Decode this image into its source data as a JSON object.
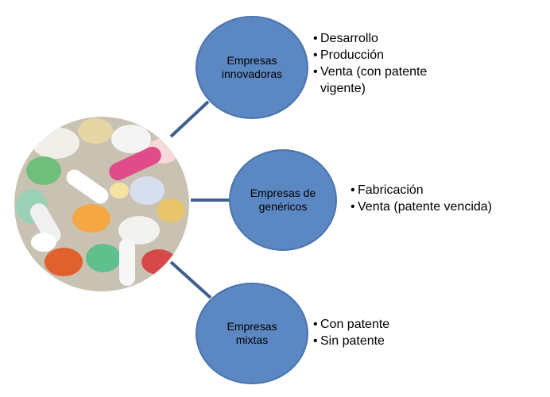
{
  "nodes": [
    {
      "label": "Empresas\ninnovadoras",
      "items": [
        "Desarrollo",
        "Producción",
        "Venta (con patente vigente)"
      ]
    },
    {
      "label": "Empresas de\ngenéricos",
      "items": [
        "Fabricación",
        "Venta (patente vencida)"
      ]
    },
    {
      "label": "Empresas\nmixtas",
      "items": [
        "Con patente",
        " Sin patente"
      ]
    }
  ],
  "colors": {
    "node_fill": "#5b87c2",
    "connector": "#3f5f8f"
  },
  "image": {
    "icon": "pills-photo-icon"
  }
}
